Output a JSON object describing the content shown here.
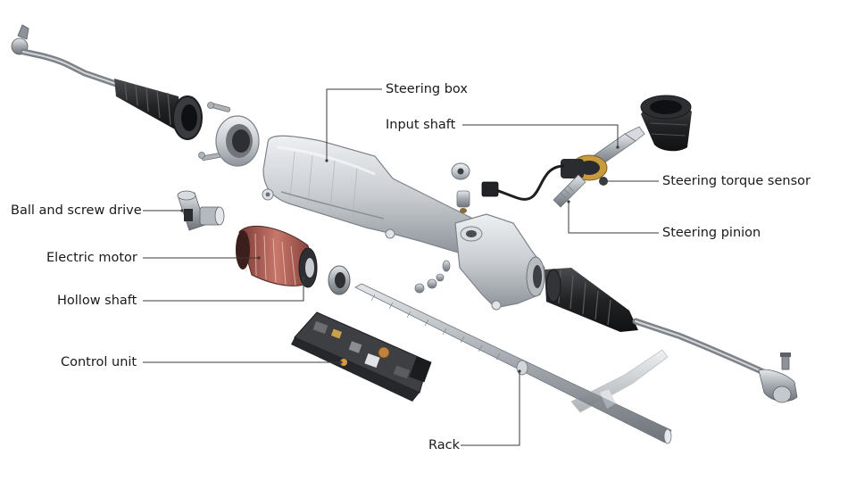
{
  "diagram": {
    "labels": {
      "steering_box": "Steering box",
      "input_shaft": "Input shaft",
      "steering_torque_sensor": "Steering torque sensor",
      "steering_pinion": "Steering pinion",
      "ball_and_screw_drive": "Ball and screw drive",
      "electric_motor": "Electric motor",
      "hollow_shaft": "Hollow shaft",
      "control_unit": "Control unit",
      "rack": "Rack"
    },
    "colors": {
      "leader_line": "#3a3a3a",
      "label_text": "#1a1a1a",
      "aluminium": "#c9cdd2",
      "rubber_boot": "#2a2a2c",
      "steel": "#9aa0a6",
      "motor_coil": "#b85a50",
      "torque_sensor_ring": "#c79a3e",
      "circuit_board": "#3d3f42"
    }
  }
}
